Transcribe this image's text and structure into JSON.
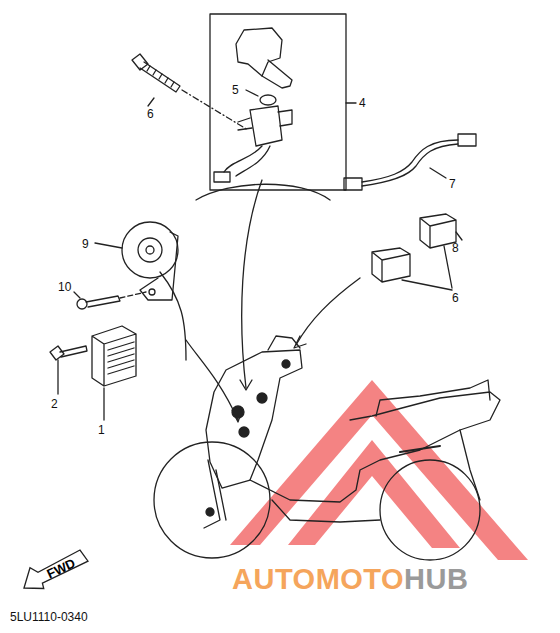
{
  "diagram": {
    "nodes": [
      {
        "text": [
          "FWD"
        ]
      }
    ],
    "edges": [],
    "labels": [
      "6",
      "5",
      "4",
      "7",
      "9",
      "10",
      "8",
      "6",
      "2",
      "1",
      "AUTOMOTO",
      "HUB",
      "5LU1110-0340"
    ]
  }
}
